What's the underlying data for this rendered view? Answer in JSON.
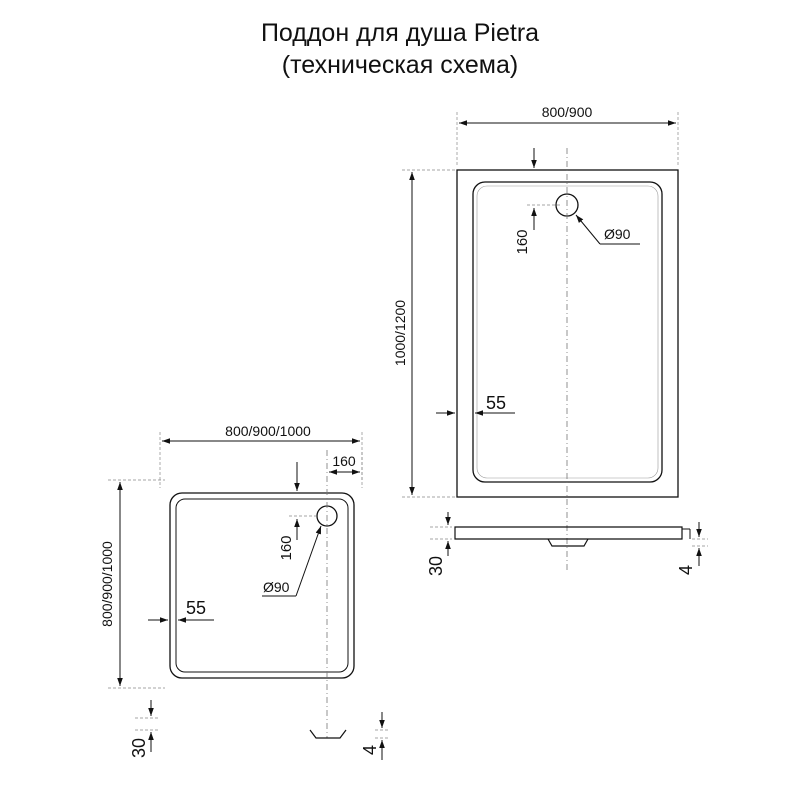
{
  "title": {
    "line1": "Поддон для душа Pietra",
    "line2": "(техническая схема)"
  },
  "rect_tray": {
    "width_label": "800/900",
    "length_label": "1000/1200",
    "drain_offset_label": "160",
    "drain_diameter_label": "Ø90",
    "border_label": "55",
    "height_label": "30",
    "foot_label": "4"
  },
  "square_tray": {
    "width_label": "800/900/1000",
    "length_label": "800/900/1000",
    "drain_side_offset_label": "160",
    "drain_offset_label": "160",
    "drain_diameter_label": "Ø90",
    "border_label": "55",
    "height_label": "30",
    "foot_label": "4"
  }
}
